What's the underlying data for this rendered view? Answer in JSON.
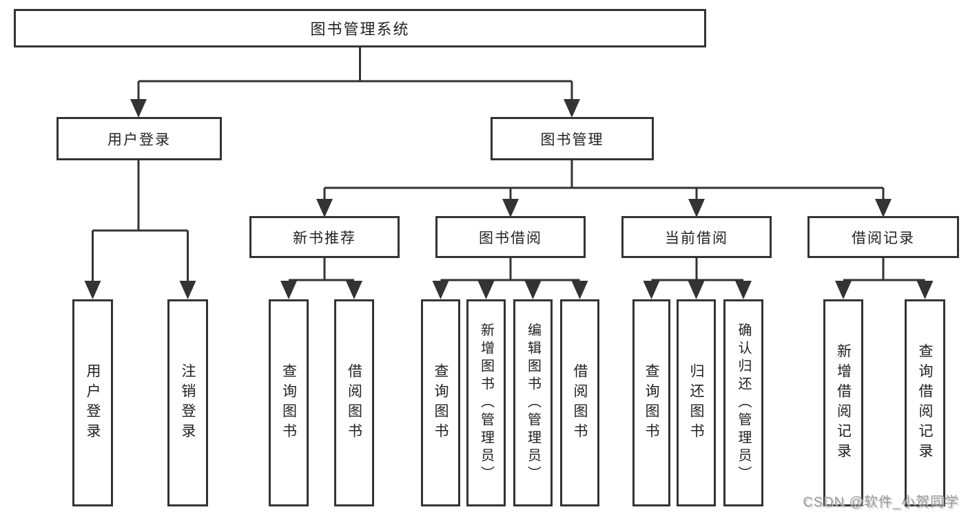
{
  "diagram": {
    "root": {
      "label": "图书管理系统"
    },
    "level2": [
      {
        "label": "用户登录"
      },
      {
        "label": "图书管理"
      }
    ],
    "level3": [
      {
        "label": "新书推荐"
      },
      {
        "label": "图书借阅"
      },
      {
        "label": "当前借阅"
      },
      {
        "label": "借阅记录"
      }
    ],
    "leaves": {
      "user_login": [
        {
          "label": "用户登录"
        },
        {
          "label": "注销登录"
        }
      ],
      "new_book_recommend": [
        {
          "label": "查询图书"
        },
        {
          "label": "借阅图书"
        }
      ],
      "book_borrow": [
        {
          "label": "查询图书"
        },
        {
          "label": "新增图书（管理员）"
        },
        {
          "label": "编辑图书（管理员）"
        },
        {
          "label": "借阅图书"
        }
      ],
      "current_borrow": [
        {
          "label": "查询图书"
        },
        {
          "label": "归还图书"
        },
        {
          "label": "确认归还（管理员）"
        }
      ],
      "borrow_records": [
        {
          "label": "新增借阅记录"
        },
        {
          "label": "查询借阅记录"
        }
      ]
    }
  },
  "watermark": {
    "text": "CSDN @软件_小贺同学"
  },
  "colors": {
    "line": "#333333",
    "box_border": "#333333",
    "text": "#222222",
    "background": "#ffffff",
    "watermark": "#999999"
  }
}
